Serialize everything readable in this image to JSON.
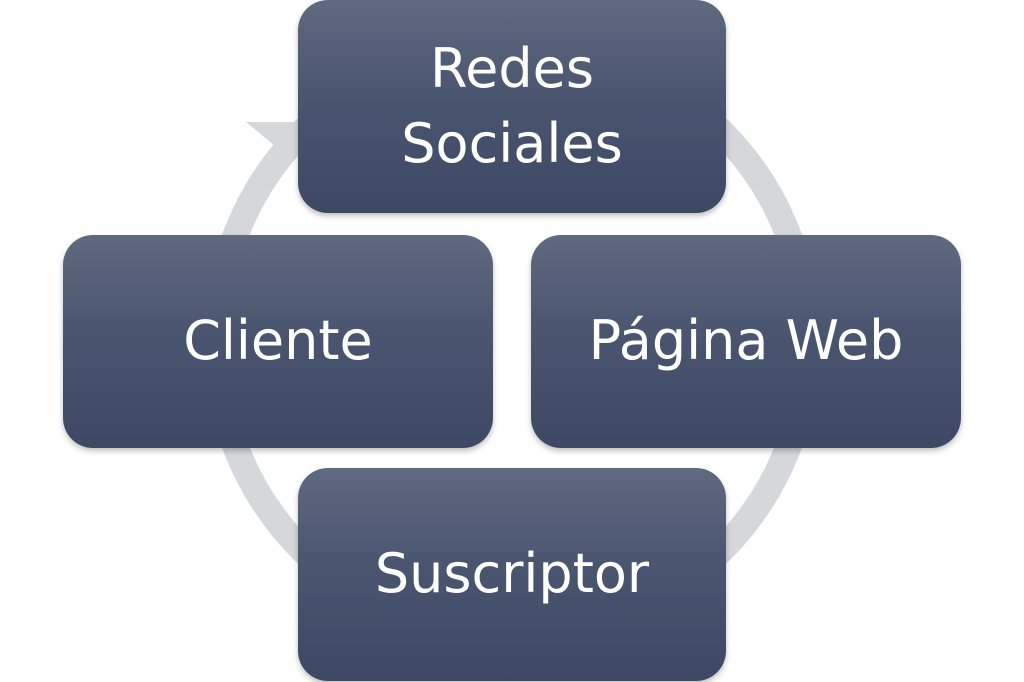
{
  "diagram": {
    "type": "cycle",
    "ring_color": "#d6d7da",
    "box_color_top": "#5f6a7f",
    "box_color_bottom": "#3d4964",
    "text_color": "#ffffff",
    "nodes": [
      {
        "id": "top",
        "label": "Redes\nSociales"
      },
      {
        "id": "right",
        "label": "Página Web"
      },
      {
        "id": "bottom",
        "label": "Suscriptor"
      },
      {
        "id": "left",
        "label": "Cliente"
      }
    ]
  }
}
